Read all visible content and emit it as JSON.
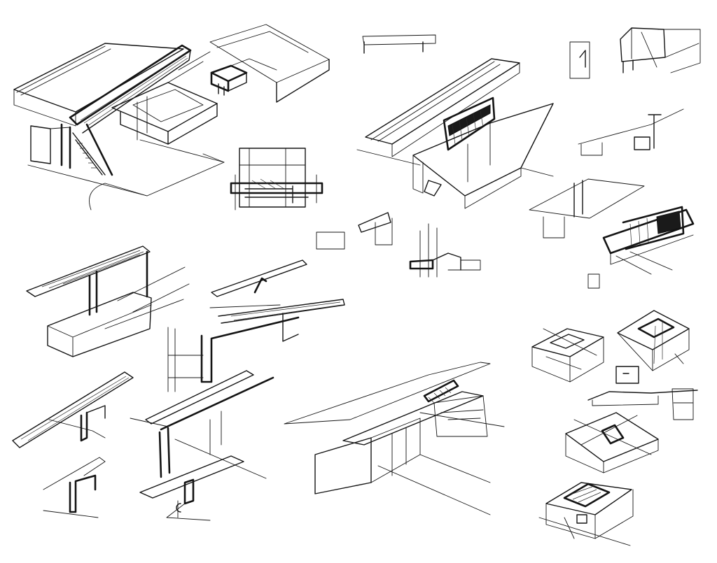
{
  "sheet": {
    "background": "#ffffff",
    "ink_color": "#141414",
    "sketch_groups": [
      "upper-left-house-with-courtyard",
      "upper-left-small-deck-sketch",
      "upper-left-plan-detail",
      "upper-center-floating-box",
      "upper-center-cantilever-house",
      "upper-right-small-elevations",
      "right-middle-cantilever-perspective",
      "middle-left-roof-section-studies",
      "lower-center-long-house",
      "right-lower-courtyard-boxes"
    ]
  }
}
